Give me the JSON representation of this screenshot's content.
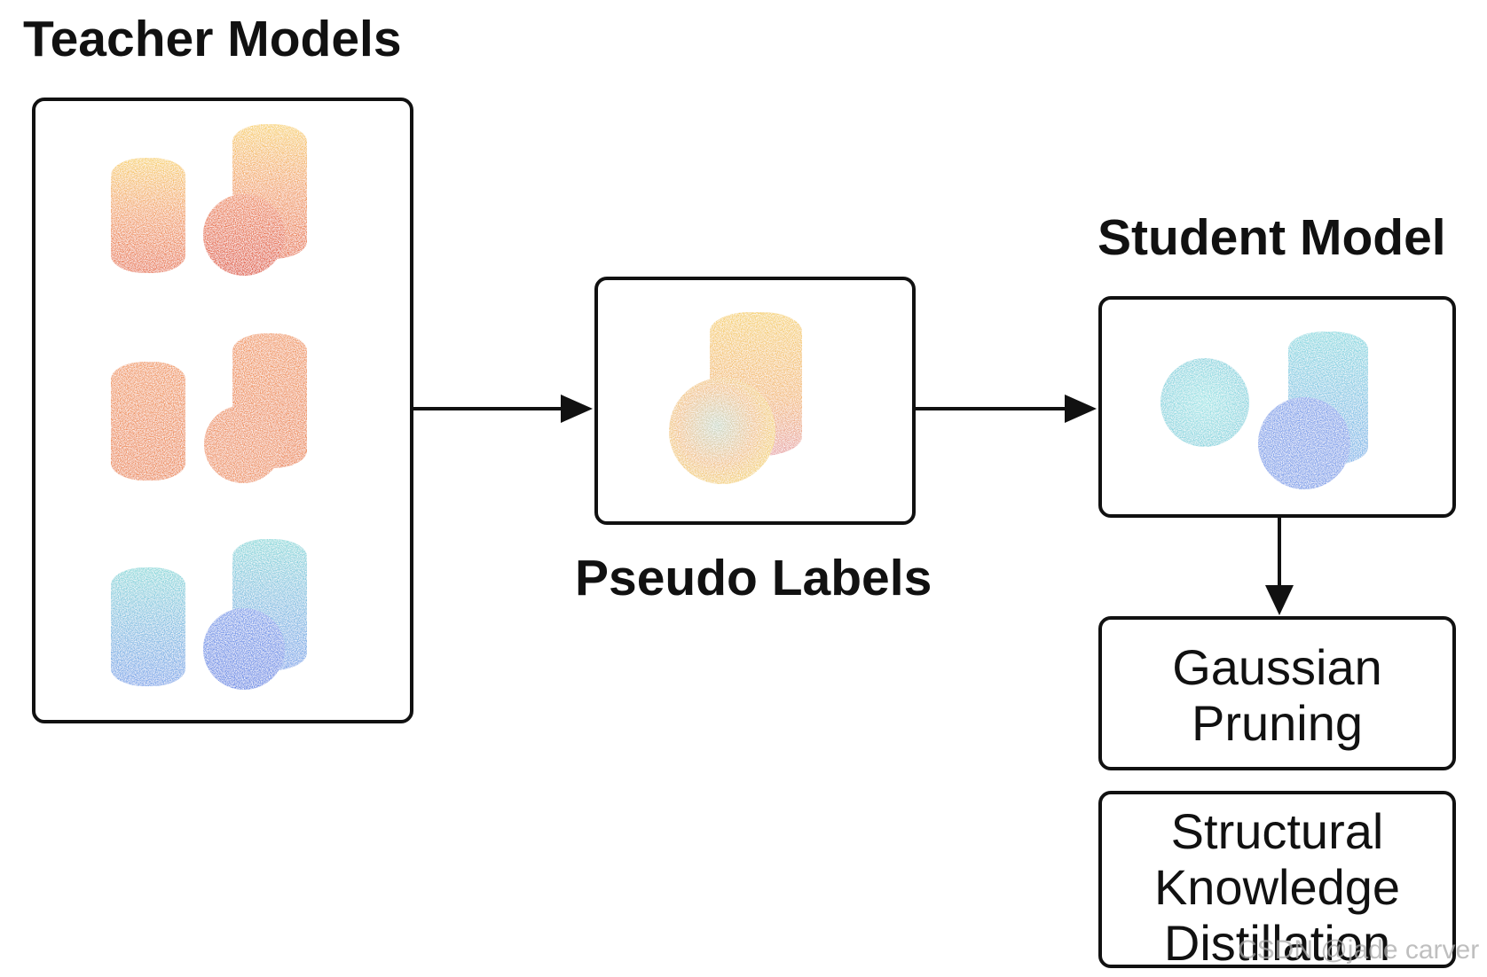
{
  "titles": {
    "teacher": "Teacher Models",
    "pseudo": "Pseudo Labels",
    "student": "Student Model"
  },
  "boxes": {
    "pruning_lines": [
      "Gaussian",
      "Pruning"
    ],
    "distillation_lines": [
      "Structural",
      "Knowledge",
      "Distillation"
    ]
  },
  "colors": {
    "warm_top": "#f7c96a",
    "warm_bottom": "#e8694a",
    "orange": "#ee9460",
    "cool_top": "#86d6dc",
    "cool_bottom": "#6f93e8",
    "stroke": "#111111"
  },
  "watermark": "CSDN @jade carver"
}
